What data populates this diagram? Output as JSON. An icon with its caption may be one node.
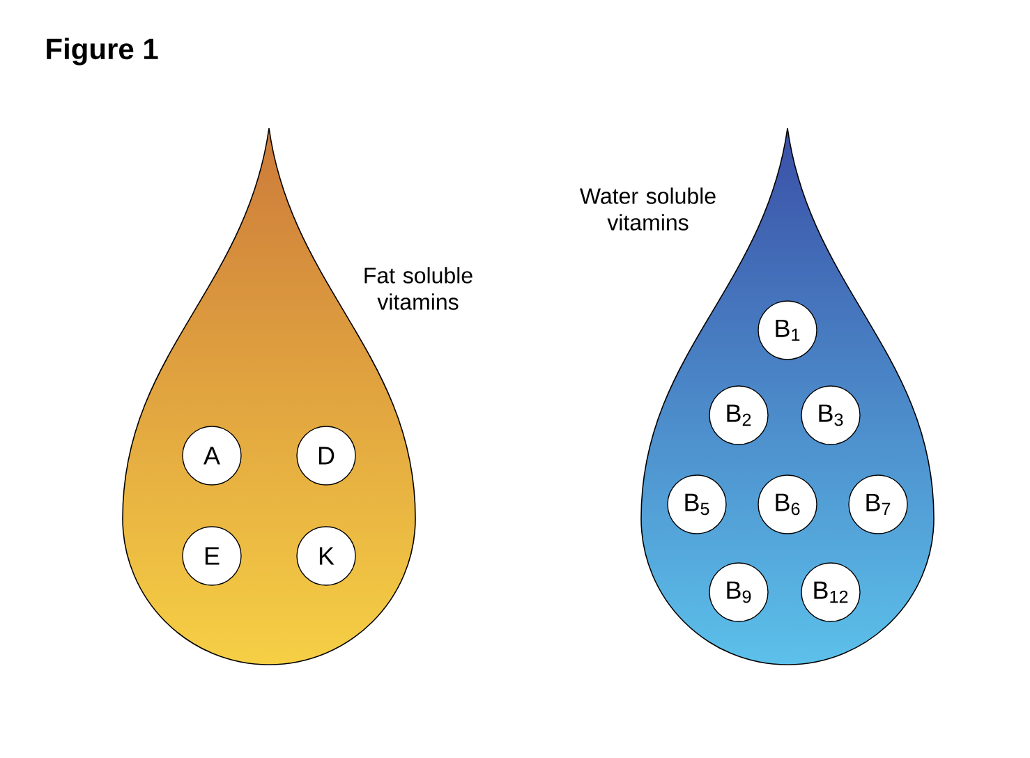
{
  "diagram": {
    "title": "Figure 1",
    "nodes": [
      {
        "text": [
          "Fat soluble vitamins"
        ]
      },
      {
        "text": [
          "A"
        ],
        "in": 0
      },
      {
        "text": [
          "D"
        ],
        "in": 0
      },
      {
        "text": [
          "E"
        ],
        "in": 0
      },
      {
        "text": [
          "K"
        ],
        "in": 0
      },
      {
        "text": [
          "Water soluble vitamins"
        ]
      },
      {
        "text": [
          "B$_{1}$"
        ],
        "in": 5
      },
      {
        "text": [
          "B$_{2}$"
        ],
        "in": 5
      },
      {
        "text": [
          "B$_{3}$"
        ],
        "in": 5
      },
      {
        "text": [
          "B$_{5}$"
        ],
        "in": 5
      },
      {
        "text": [
          "B$_{6}$"
        ],
        "in": 5
      },
      {
        "text": [
          "B$_{7}$"
        ],
        "in": 5
      },
      {
        "text": [
          "B$_{9}$"
        ],
        "in": 5
      },
      {
        "text": [
          "B$_{12}$"
        ],
        "in": 5
      }
    ]
  }
}
